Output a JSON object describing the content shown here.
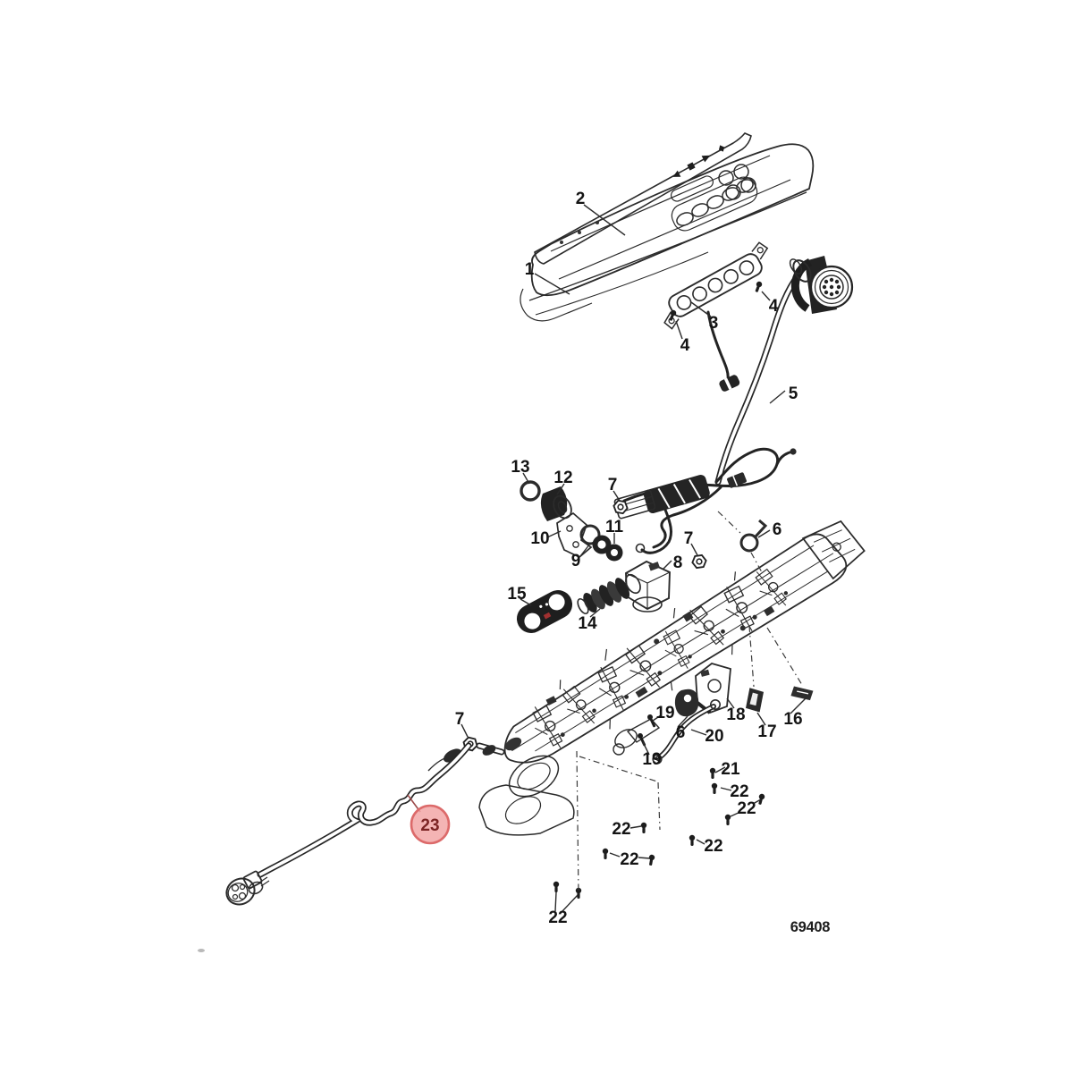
{
  "app": {
    "background": "#ffffff",
    "line_color": "#262626",
    "label_color": "#141414"
  },
  "diagram": {
    "number": "69408",
    "highlight": {
      "fill": "#f2a3a3",
      "fill_opacity": 0.82,
      "stroke": "#dc6a6a",
      "text_color": "#7c2424"
    },
    "icons": {
      "strip_glyphs": [
        "back-arrow-icon",
        "stop-square-icon",
        "play-triangle-icon",
        "marker-diamond-icon"
      ]
    },
    "callouts": [
      {
        "part": "1",
        "text": "1"
      },
      {
        "part": "2",
        "text": "2"
      },
      {
        "part": "3",
        "text": "3"
      },
      {
        "part": "4",
        "text": "4"
      },
      {
        "part": "4",
        "text": "4"
      },
      {
        "part": "5",
        "text": "5"
      },
      {
        "part": "13",
        "text": "13"
      },
      {
        "part": "12",
        "text": "12"
      },
      {
        "part": "7",
        "text": "7"
      },
      {
        "part": "10",
        "text": "10"
      },
      {
        "part": "9",
        "text": "9"
      },
      {
        "part": "11",
        "text": "11"
      },
      {
        "part": "8",
        "text": "8"
      },
      {
        "part": "7",
        "text": "7"
      },
      {
        "part": "6",
        "text": "6"
      },
      {
        "part": "15",
        "text": "15"
      },
      {
        "part": "14",
        "text": "14"
      },
      {
        "part": "7",
        "text": "7"
      },
      {
        "part": "19",
        "text": "19"
      },
      {
        "part": "18",
        "text": "18"
      },
      {
        "part": "16",
        "text": "16"
      },
      {
        "part": "17",
        "text": "17"
      },
      {
        "part": "6",
        "text": "6"
      },
      {
        "part": "20",
        "text": "20"
      },
      {
        "part": "19",
        "text": "19"
      },
      {
        "part": "21",
        "text": "21"
      },
      {
        "part": "22",
        "text": "22"
      },
      {
        "part": "22",
        "text": "22"
      },
      {
        "part": "22",
        "text": "22"
      },
      {
        "part": "22",
        "text": "22"
      },
      {
        "part": "22",
        "text": "22"
      },
      {
        "part": "22",
        "text": "22"
      },
      {
        "part": "23",
        "text": "23"
      },
      {
        "part": "drawing-number",
        "text": "69408"
      }
    ]
  }
}
